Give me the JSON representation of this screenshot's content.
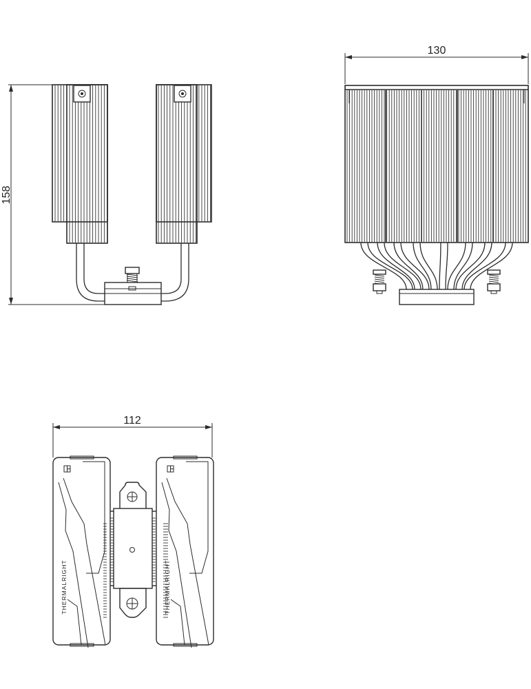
{
  "views": {
    "side": {
      "height_label": "158"
    },
    "front": {
      "width_label": "130"
    },
    "top": {
      "width_label": "112",
      "brand_left": "THERMALRIGHT",
      "brand_right": "THERMALRIGHT"
    }
  },
  "colors": {
    "line": "#2a2a2a",
    "background": "#ffffff"
  }
}
